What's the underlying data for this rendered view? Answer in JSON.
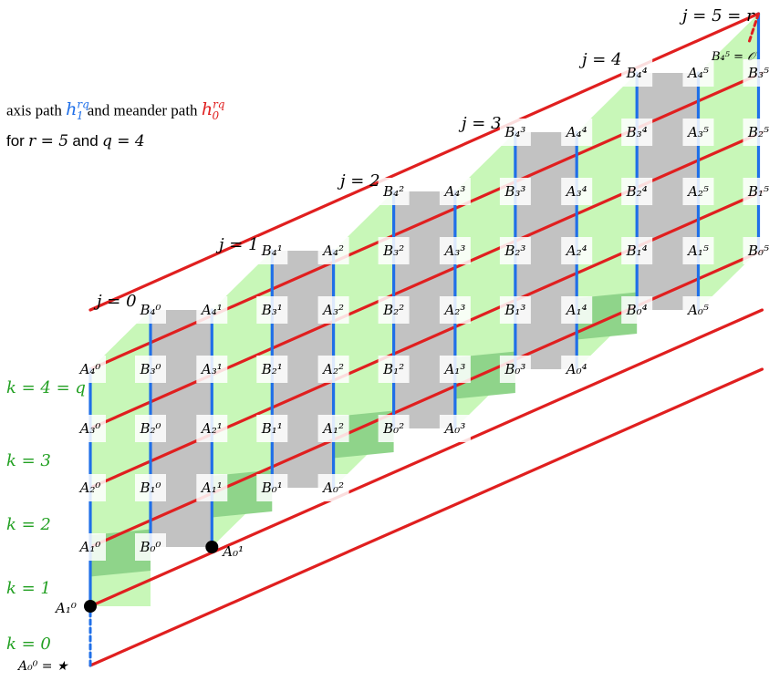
{
  "caption": {
    "line1_prefix": "axis path",
    "axis_path": "h",
    "axis_sup": "rq",
    "axis_sub": "1",
    "line1_mid": "and meander path",
    "meander_path": "h",
    "meander_sup": "rq",
    "meander_sub": "0",
    "line2_for": "for",
    "r_eq": "r = 5",
    "and_word": "and",
    "q_eq": "q = 4"
  },
  "j_labels": [
    "j = 0",
    "j = 1",
    "j = 2",
    "j = 3",
    "j = 4",
    "j = 5 = r"
  ],
  "k_labels": [
    "k = 0",
    "k = 1",
    "k = 2",
    "k = 3",
    "k = 4 = q"
  ],
  "node_labels": {
    "A": [
      "A",
      "A",
      "A",
      "A",
      "A"
    ],
    "B": [
      "B",
      "B",
      "B",
      "B",
      "B"
    ]
  },
  "special": {
    "start": "A₀⁰ = ★",
    "end": "B₄⁵ = 𝒪",
    "A10": "A₁⁰",
    "A01": "A₀¹"
  },
  "colors": {
    "axis_path": "#1f6fe8",
    "meander_path": "#e01f1f",
    "level_label": "#22a022",
    "light_green": "#c8f7b8",
    "dark_green": "#8fd48a",
    "gray": "#c2c2c2"
  }
}
